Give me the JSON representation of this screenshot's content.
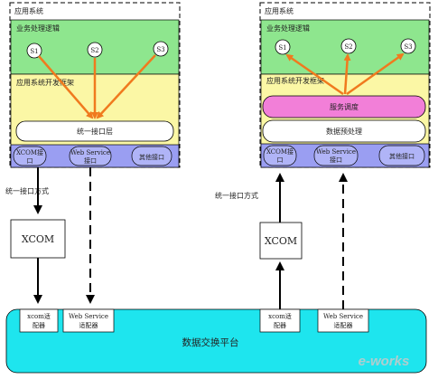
{
  "left_system": {
    "app_system_label": "应用系统",
    "business_logic_label": "业务处理逻辑",
    "nodes": [
      "S1",
      "S2",
      "S3"
    ],
    "framework_label": "应用系统开发框架",
    "unified_interface_layer": "统一接口层",
    "interfaces": [
      "XCOM接口",
      "Web Service接口",
      "其他接口"
    ]
  },
  "right_system": {
    "app_system_label": "应用系统",
    "business_logic_label": "业务处理逻辑",
    "nodes": [
      "S1",
      "S2",
      "S3"
    ],
    "framework_label": "应用系统开发框架",
    "service_scheduling": "服务调度",
    "data_preprocessing": "数据预处理",
    "interfaces": [
      "XCOM接口",
      "Web Service接口",
      "其他接口"
    ]
  },
  "left_interface_mode_label": "统一接口方式",
  "right_interface_mode_label": "统一接口方式",
  "left_xcom_box": "XCOM",
  "right_xcom_box": "XCOM",
  "platform": {
    "label": "数据交换平台",
    "adapters": [
      "xcom适配器",
      "Web Service适配器",
      "xcom适配器",
      "Web Service适配器"
    ]
  },
  "watermark": "e-works",
  "colors": {
    "business_green": "#8ee68e",
    "framework_yellow": "#fbf7a5",
    "interface_blue": "#9a9ef2",
    "service_pink": "#f27fd8",
    "platform_cyan": "#1ee5ee",
    "arrow_orange": "#f07a1e"
  }
}
